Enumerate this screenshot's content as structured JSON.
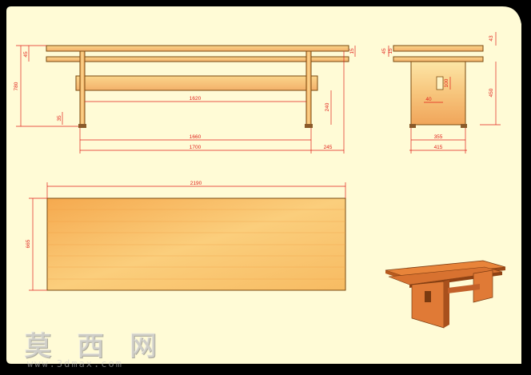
{
  "colors": {
    "background": "#000000",
    "sheet": "#fffbd6",
    "wood_light": "#fbd98c",
    "wood_mid": "#f6b86a",
    "wood_dark": "#e58d3c",
    "dimension": "#e0201a"
  },
  "front_view": {
    "top_thickness_label": "45",
    "shelf_top_label": "15",
    "overall_height_label": "780",
    "inner_span_label": "1620",
    "rail_drop_label": "240",
    "foot_height_label": "35",
    "leg_centers_label": "1660",
    "frame_width_label": "1700",
    "overhang_label": "245"
  },
  "side_view": {
    "top_thickness_label": "45",
    "shelf_label": "15",
    "cutout_height_label": "100",
    "cutout_width_label": "40",
    "height_label": "450",
    "top_small_label": "43",
    "inner_width_label": "355",
    "outer_width_label": "415"
  },
  "plan_view": {
    "length_label": "2190",
    "depth_label": "665"
  },
  "watermark": {
    "brand_text": "莫 西 网",
    "url_text": "www.3dmax.com"
  }
}
